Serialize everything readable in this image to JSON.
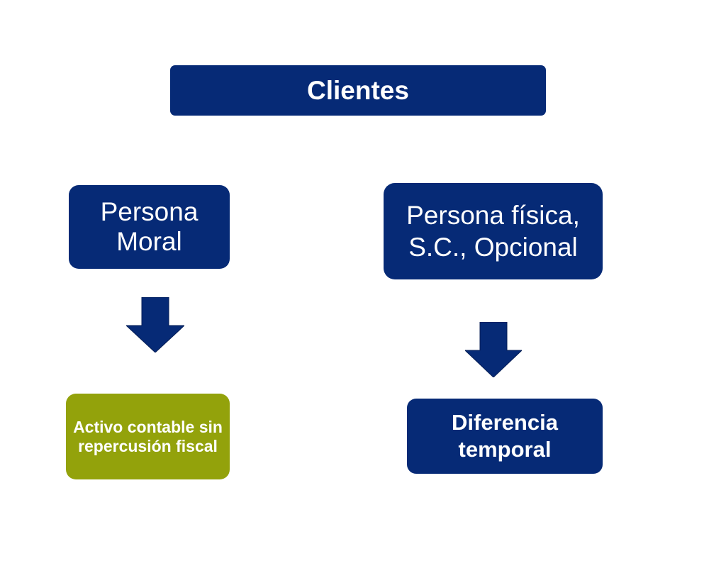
{
  "diagram": {
    "title": "Clientes",
    "left_branch": {
      "top_label": "Persona Moral",
      "bottom_label": "Activo contable sin repercusión fiscal"
    },
    "right_branch": {
      "top_label": "Persona física, S.C., Opcional",
      "bottom_label": "Diferencia temporal"
    },
    "colors": {
      "primary_box": "#062a76",
      "result_box_left": "#93a20b",
      "arrow_fill": "#062a76",
      "text": "#ffffff"
    }
  }
}
